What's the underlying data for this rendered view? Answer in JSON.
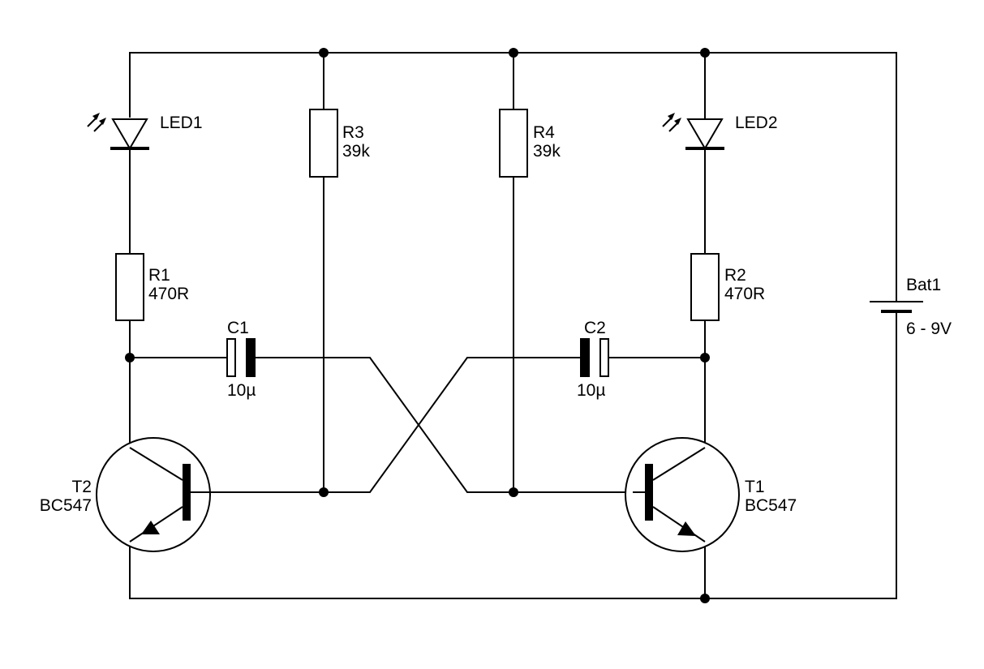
{
  "components": {
    "led1": {
      "ref": "LED1"
    },
    "led2": {
      "ref": "LED2"
    },
    "r1": {
      "ref": "R1",
      "value": "470R"
    },
    "r2": {
      "ref": "R2",
      "value": "470R"
    },
    "r3": {
      "ref": "R3",
      "value": "39k"
    },
    "r4": {
      "ref": "R4",
      "value": "39k"
    },
    "c1": {
      "ref": "C1",
      "value": "10µ"
    },
    "c2": {
      "ref": "C2",
      "value": "10µ"
    },
    "t1": {
      "ref": "T1",
      "value": "BC547"
    },
    "t2": {
      "ref": "T2",
      "value": "BC547"
    },
    "bat1": {
      "ref": "Bat1",
      "value": "6 - 9V"
    }
  }
}
